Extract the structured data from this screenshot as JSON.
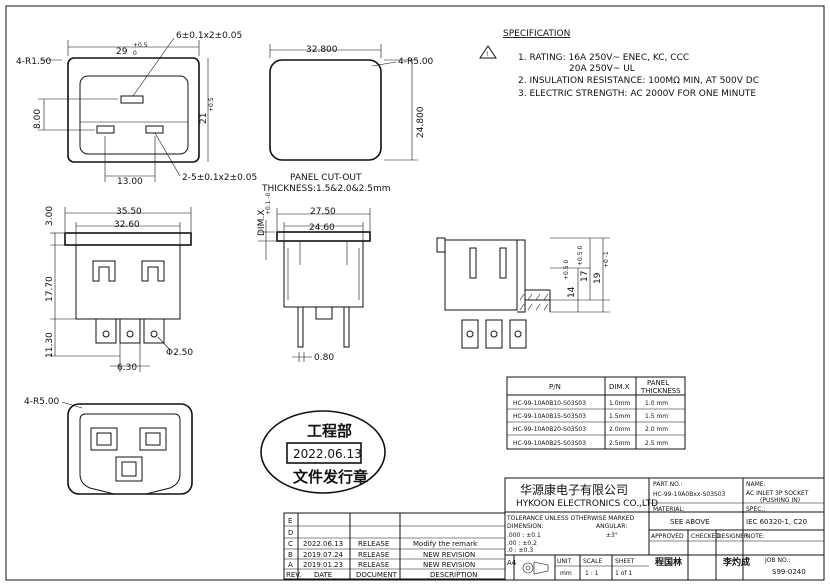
{
  "spec": {
    "title": "SPECIFICATION",
    "items": [
      "1. RATING: 16A 250V~ ENEC, KC, CCC",
      "20A 250V~ UL",
      "2. INSULATION RESISTANCE: 100MΩ MIN, AT 500V DC",
      "3. ELECTRIC STRENGTH: AC 2000V FOR ONE MINUTE"
    ]
  },
  "dims": {
    "r150": "4-R1.50",
    "w29": "29",
    "w29_tol_up": "+0.5",
    "w29_tol_dn": "0",
    "slot6": "6±0.1x2±0.05",
    "h8": "8.00",
    "h21": "21",
    "h21_tol_up": "+0.5",
    "h21_tol_dn": "0",
    "w13": "13.00",
    "slot2": "2-5±0.1x2±0.05",
    "w328": "32.800",
    "r500_top": "4-R5.00",
    "h248": "24.800",
    "panel_cutout": "PANEL CUT-OUT",
    "thickness": "THICKNESS:1.5&2.0&2.5mm",
    "w3550": "35.50",
    "w3260": "32.60",
    "h300": "3.00",
    "h1770": "17.70",
    "h1130": "11.30",
    "d250": "Φ2.50",
    "w630": "6.30",
    "dimx": "DIM.X",
    "dimx_tol": "+0.1 -0",
    "w2750": "27.50",
    "w2460": "24.60",
    "w080": "0.80",
    "h14": "14",
    "h14_tol": "+0.5 0",
    "h17": "17",
    "h17_tol": "+0.5 0",
    "h19": "19",
    "h19_tol": "+0 -1",
    "r500_bottom": "4-R5.00"
  },
  "pn_table": {
    "headers": [
      "P/N",
      "DIM.X",
      "PANEL",
      "THICKNESS"
    ],
    "rows": [
      [
        "HC-99-10A0B10-S03S03",
        "1.0mm",
        "1.0 mm"
      ],
      [
        "HC-99-10A0B15-S03S03",
        "1.5mm",
        "1.5 mm"
      ],
      [
        "HC-99-10A0B20-S03S03",
        "2.0mm",
        "2.0 mm"
      ],
      [
        "HC-99-10A0B25-S03S03",
        "2.5mm",
        "2.5 mm"
      ]
    ]
  },
  "stamp": {
    "line1": "工程部",
    "date": "2022.06.13",
    "line3": "文件发行章"
  },
  "revisions": {
    "rows": [
      [
        "E",
        "",
        "",
        ""
      ],
      [
        "D",
        "",
        "",
        ""
      ],
      [
        "C",
        "2022.06.13",
        "RELEASE",
        "Modify the remark"
      ],
      [
        "B",
        "2019.07.24",
        "RELEASE",
        "NEW REVISION"
      ],
      [
        "A",
        "2019.01.23",
        "RELEASE",
        "NEW REVISION"
      ]
    ],
    "headers": [
      "REV.",
      "DATE",
      "DOCUMENT",
      "DESCRIPTION"
    ]
  },
  "titleblock": {
    "company_cn": "华源康电子有限公司",
    "company_en": "HYKOON ELECTRONICS CO.,LTD",
    "part_no_label": "PART NO.:",
    "part_no": "HC-99-10A0Bxx-S03S03",
    "name_label": "NAME:",
    "name_l1": "AC INLET 3P SOCKET",
    "name_l2": "(PUSHING IN)",
    "tol_title": "TOLERANCE UNLESS OTHERWISE MARKED",
    "dimension_label": "DIMENSION:",
    "angular_label": "ANGULAR:",
    "angular_val": "±3°",
    "tol1": ".000 : ±0.1",
    "tol2": ".00  : ±0.2",
    "tol3": ".0   : ±0.3",
    "material_label": "MATERIAL:",
    "material": "SEE ABOVE",
    "spec_label": "SPEC.:",
    "spec": "IEC 60320-1, C20",
    "approved": "APPROVED",
    "checked": "CHECKED",
    "designer": "DESIGNER",
    "note_label": "NOTE:",
    "approved_name": "程国林",
    "designer_name": "李灼成",
    "unit_label": "UNIT",
    "unit": "mm",
    "scale_label": "SCALE",
    "scale": "1 : 1",
    "sheet_label": "SHEET",
    "sheet": "1 of 1",
    "a4": "A4",
    "job_label": "JOB NO.:",
    "job": "S99-0240"
  }
}
